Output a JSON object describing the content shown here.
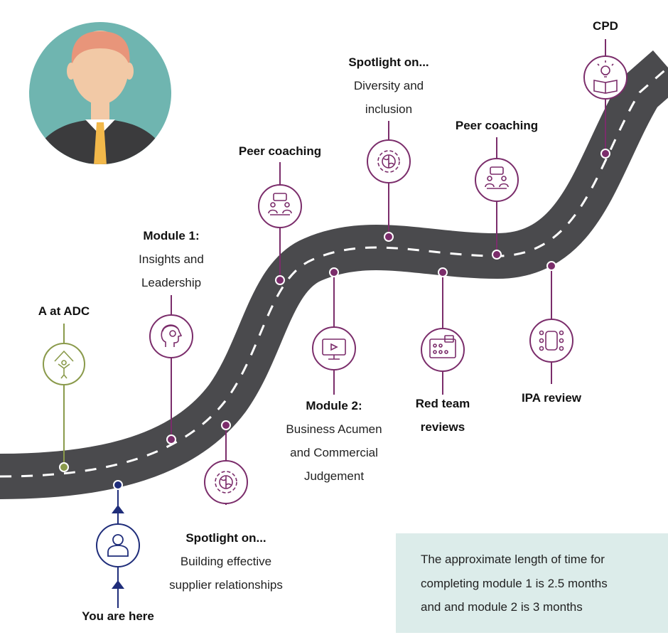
{
  "colors": {
    "road": "#4a4a4d",
    "road_dash": "#ffffff",
    "accent_purple": "#7b2d6b",
    "accent_green": "#8a9a4b",
    "accent_blue": "#1f2d7a",
    "note_bg": "#dcecea"
  },
  "milestones": [
    {
      "id": "a-at-adc",
      "title": "A at ADC",
      "subtitle": [],
      "icon": "person-celebrating-house-icon"
    },
    {
      "id": "module-1",
      "title": "Module 1:",
      "subtitle": [
        "Insights and",
        "Leadership"
      ],
      "icon": "head-with-headset-icon"
    },
    {
      "id": "spotlight-1",
      "title": "Spotlight on...",
      "subtitle": [
        "Building effective",
        "supplier relationships"
      ],
      "icon": "brain-gear-icon"
    },
    {
      "id": "peer-coaching-1",
      "title": "Peer coaching",
      "subtitle": [],
      "icon": "meeting-table-icon"
    },
    {
      "id": "module-2",
      "title": "Module 2:",
      "subtitle": [
        "Business Acumen",
        "and Commercial",
        "Judgement"
      ],
      "icon": "video-presentation-icon"
    },
    {
      "id": "spotlight-2",
      "title": "Spotlight on...",
      "subtitle": [
        "Diversity and",
        "inclusion"
      ],
      "icon": "brain-gear-icon"
    },
    {
      "id": "red-team",
      "title": "Red team",
      "subtitle": [
        "reviews"
      ],
      "icon": "audience-screen-icon"
    },
    {
      "id": "peer-coaching-2",
      "title": "Peer coaching",
      "subtitle": [],
      "icon": "meeting-table-icon"
    },
    {
      "id": "ipa-review",
      "title": "IPA review",
      "subtitle": [],
      "icon": "conference-table-icon"
    },
    {
      "id": "cpd",
      "title": "CPD",
      "subtitle": [],
      "icon": "book-lightbulb-icon"
    }
  ],
  "you_are_here": {
    "label": "You are here",
    "icon": "person-icon"
  },
  "note": {
    "lines": [
      "The approximate length of time for",
      "completing module 1 is 2.5 months",
      "and and module 2 is 3 months"
    ]
  },
  "avatar": {
    "icon": "avatar-person-icon"
  }
}
